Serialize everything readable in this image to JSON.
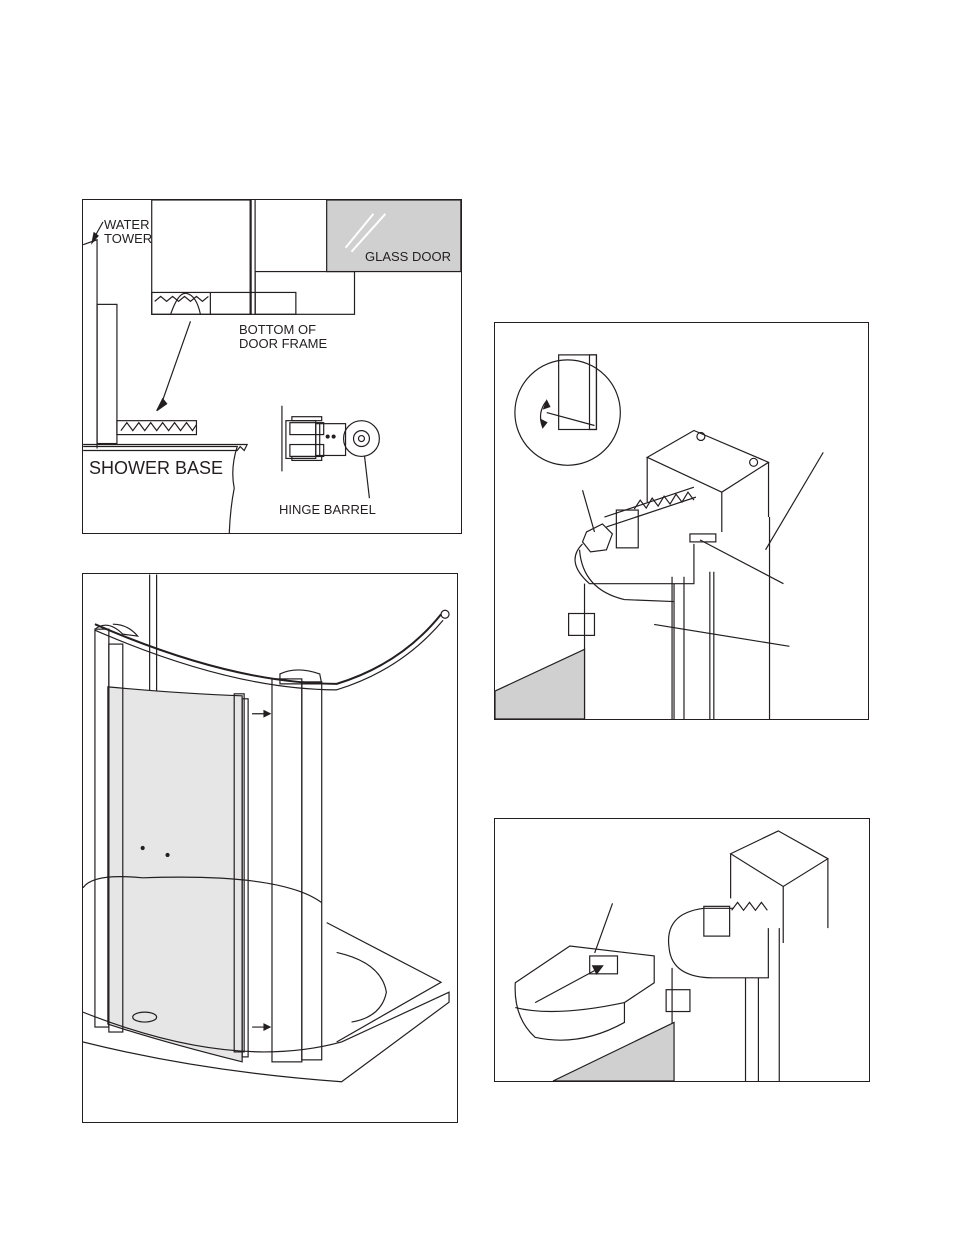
{
  "figure1": {
    "water_tower": "WATER\nTOWER",
    "glass_door": "GLASS DOOR",
    "bottom_of_door_frame": "BOTTOM OF\nDOOR FRAME",
    "shower_base": "SHOWER BASE",
    "hinge_barrel": "HINGE BARREL"
  },
  "colors": {
    "line": "#231f20",
    "glass": "#d0d0d0",
    "glass_light": "#e6e6e6"
  }
}
